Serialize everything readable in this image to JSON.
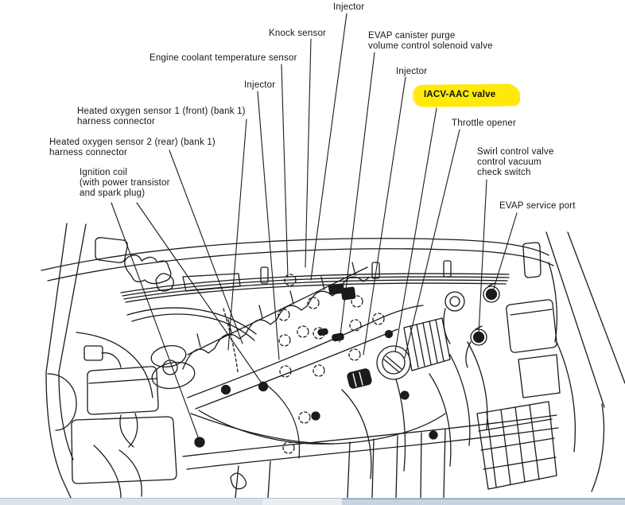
{
  "diagram": {
    "type": "engine-bay component location diagram",
    "highlight_color": "#ffe90a",
    "line_color": "#1b1b1b",
    "labels": {
      "injector_top": "Injector",
      "knock_sensor": "Knock sensor",
      "evap_canister_purge": "EVAP canister purge\nvolume control solenoid valve",
      "engine_coolant_temp": "Engine coolant temperature sensor",
      "injector_left": "Injector",
      "injector_right": "Injector",
      "iacv_aac_valve": "IACV-AAC valve",
      "throttle_opener": "Throttle opener",
      "swirl_control": "Swirl control valve\ncontrol vacuum\ncheck switch",
      "evap_service_port": "EVAP service port",
      "ho2s1": "Heated oxygen sensor 1 (front) (bank 1)\nharness connector",
      "ho2s2": "Heated oxygen sensor 2 (rear) (bank 1)\nharness connector",
      "ignition_coil": "Ignition coil\n(with power transistor\nand spark plug)"
    }
  }
}
